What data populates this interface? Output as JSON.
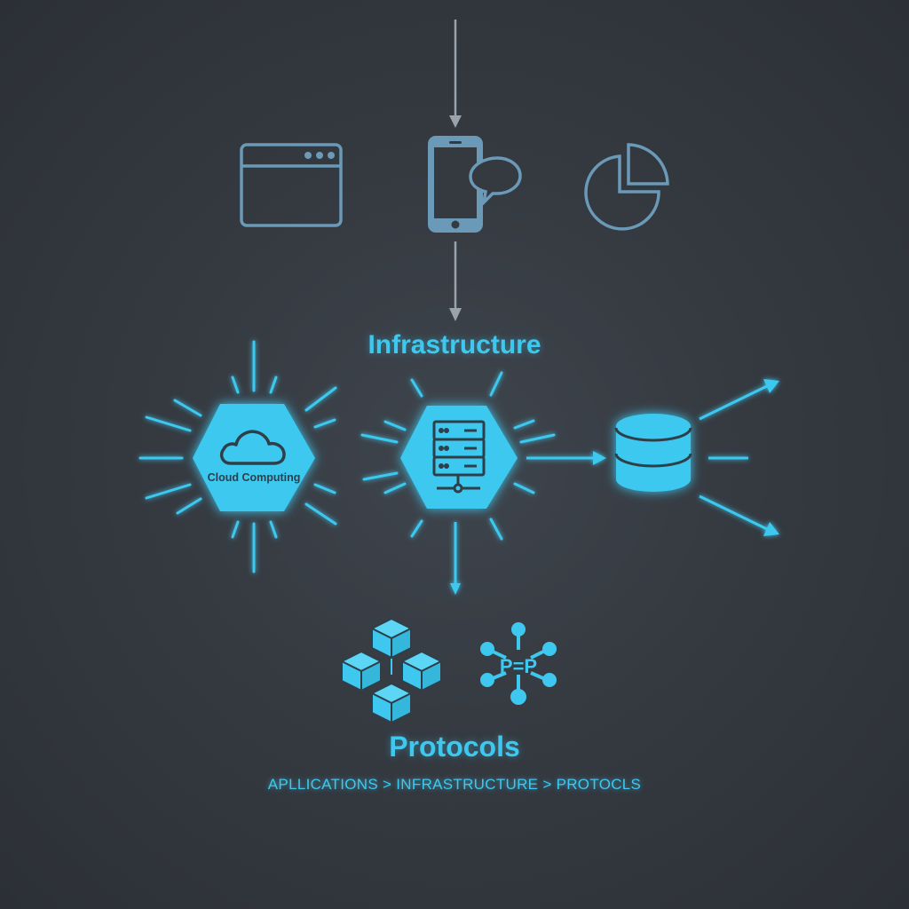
{
  "colors": {
    "background": "#353a41",
    "accent": "#3ec8ef",
    "muted_icon": "#6a9ab8",
    "arrow_gray": "#9aa3ab",
    "icon_dark": "#2f3f4a"
  },
  "layers": {
    "applications": {
      "icons": [
        "browser-window-icon",
        "smartphone-chat-icon",
        "pie-chart-icon"
      ]
    },
    "infrastructure": {
      "title": "Infrastructure",
      "nodes": [
        {
          "icon": "cloud-icon",
          "label": "Cloud Computing"
        },
        {
          "icon": "server-rack-icon",
          "label": ""
        },
        {
          "icon": "database-icon",
          "label": ""
        }
      ]
    },
    "protocols": {
      "title": "Protocols",
      "icons": [
        "blockchain-blocks-icon",
        "p2p-network-icon"
      ],
      "p2p_text": "P=P"
    }
  },
  "breadcrumb": "APLLICATIONS > INFRASTRUCTURE > PROTOCLS"
}
